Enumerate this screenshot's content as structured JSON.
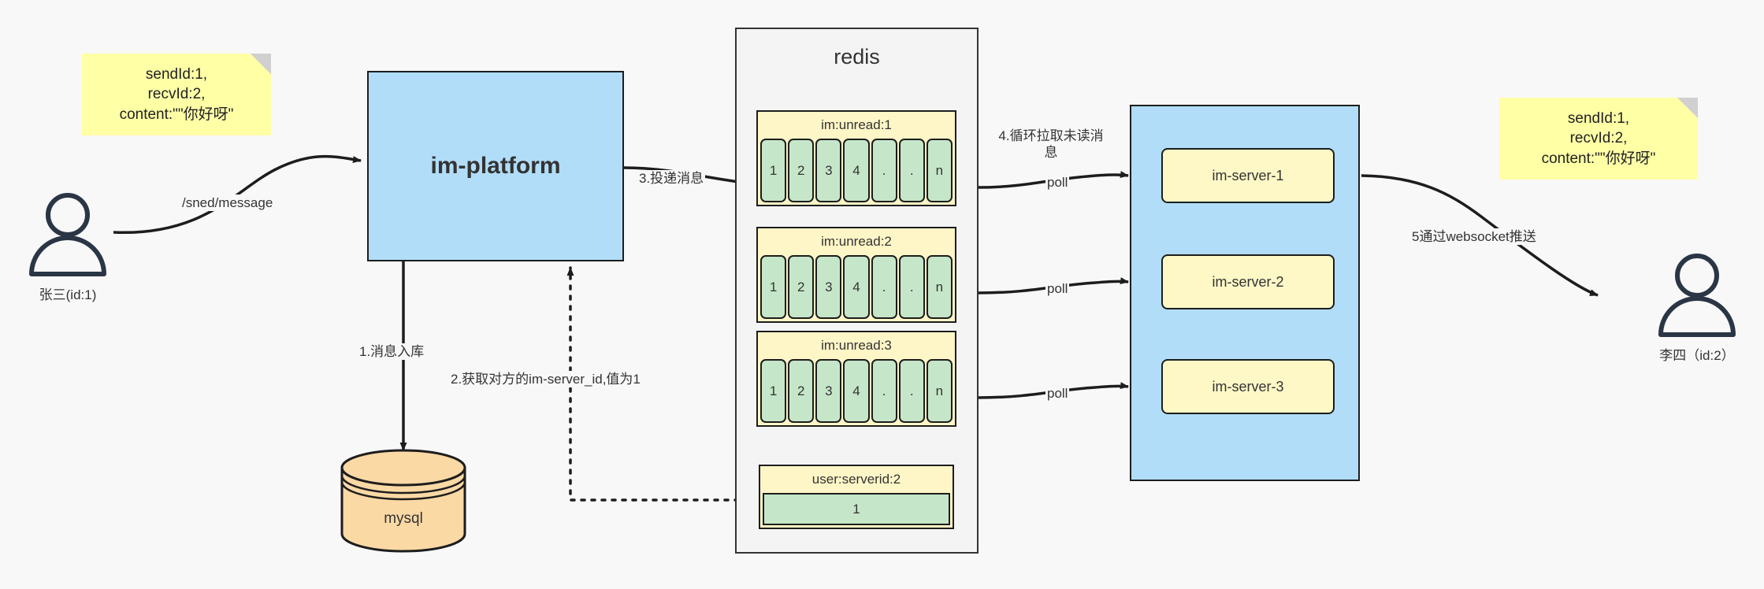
{
  "diagram": {
    "title_redis": "redis",
    "notes": {
      "left": "sendId:1,\nrecvId:2,\ncontent:\"\"你好呀\"",
      "right": "sendId:1,\nrecvId:2,\ncontent:\"\"你好呀\""
    },
    "actors": {
      "sender": "张三(id:1)",
      "receiver": "李四（id:2）"
    },
    "platform": {
      "label": "im-platform"
    },
    "database": {
      "label": "mysql"
    },
    "redis": {
      "queues": [
        {
          "key": "im:unread:1",
          "cells": [
            "1",
            "2",
            "3",
            "4",
            ".",
            ".",
            "n"
          ]
        },
        {
          "key": "im:unread:2",
          "cells": [
            "1",
            "2",
            "3",
            "4",
            ".",
            ".",
            "n"
          ]
        },
        {
          "key": "im:unread:3",
          "cells": [
            "1",
            "2",
            "3",
            "4",
            ".",
            ".",
            "n"
          ]
        }
      ],
      "kv": {
        "key": "user:serverid:2",
        "value": "1"
      }
    },
    "servers": [
      {
        "label": "im-server-1"
      },
      {
        "label": "im-server-2"
      },
      {
        "label": "im-server-3"
      }
    ],
    "edges": {
      "send_message": "/sned/message",
      "step1": "1.消息入库",
      "step2": "2.获取对方的im-server_id,值为1",
      "step3": "3.投递消息",
      "step4": "4.循环拉取未读消\n息",
      "poll1": "poll",
      "poll2": "poll",
      "poll3": "poll",
      "step5": "5通过websocket推送"
    }
  },
  "colors": {
    "note_yellow": "#ffffa6",
    "box_blue": "#b1ddf8",
    "queue_yellow": "#fff6c7",
    "cell_green": "#c6e6c9",
    "server_yellow": "#fdf8c6",
    "db_orange": "#fbd9a5",
    "stroke": "#1d1d1d",
    "background": "#f8f8f8"
  }
}
